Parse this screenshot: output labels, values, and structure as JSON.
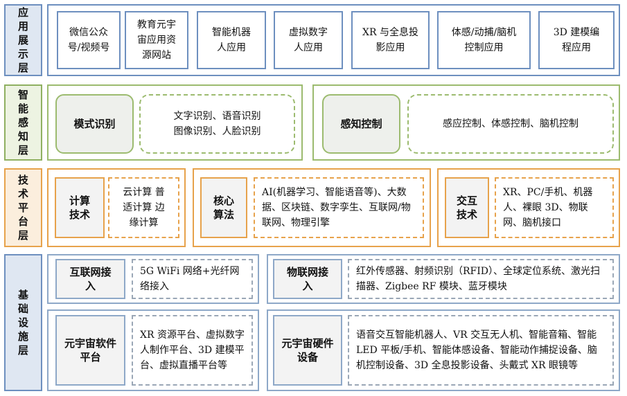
{
  "layers": {
    "application": {
      "label": "应用展示层",
      "items": [
        "微信公众号/视频号",
        "教育元宇宙应用资源网站",
        "智能机器人应用",
        "虚拟数字人应用",
        "XR 与全息投影应用",
        "体感/动捕/脑机控制应用",
        "3D 建模编程应用"
      ]
    },
    "perception": {
      "label": "智能感知层",
      "groups": [
        {
          "title": "模式识别",
          "detail_line1": "文字识别、语音识别",
          "detail_line2": "图像识别、人脸识别"
        },
        {
          "title": "感知控制",
          "detail_line1": "感应控制、体感控制、脑机控制"
        }
      ]
    },
    "platform": {
      "label": "技术平台层",
      "groups": [
        {
          "title": "计算技术",
          "detail": "云计算 普适计算 边缘计算"
        },
        {
          "title": "核心算法",
          "detail": "AI(机器学习、智能语音等)、大数据、区块链、数字孪生、互联网/物联网、物理引擎"
        },
        {
          "title": "交互技术",
          "detail": "XR、PC/手机、机器人、裸眼 3D、物联网、脑机接口"
        }
      ]
    },
    "infrastructure": {
      "label": "基础设施层",
      "groups": [
        {
          "title": "互联网接入",
          "detail": "5G WiFi 网络+光纤网络接入"
        },
        {
          "title": "物联网接入",
          "detail": "红外传感器、射频识别（RFID）、全球定位系统、激光扫描器、Zigbee RF 模块、蓝牙模块"
        },
        {
          "title": "元宇宙软件平台",
          "detail": "XR 资源平台、虚拟数字人制作平台、3D 建模平台、虚拟直播平台等"
        },
        {
          "title": "元宇宙硬件设备",
          "detail": "语音交互智能机器人、VR 交互无人机、智能音箱、智能 LED 平板/手机、智能体感设备、智能动作捕捉设备、脑机控制设备、3D 全息投影设备、头戴式 XR 眼镜等"
        }
      ]
    }
  },
  "colors": {
    "blue": "#6d8fbf",
    "green": "#9cbb6f",
    "orange": "#e7a24b",
    "gray_blue": "#8ea8c8"
  }
}
